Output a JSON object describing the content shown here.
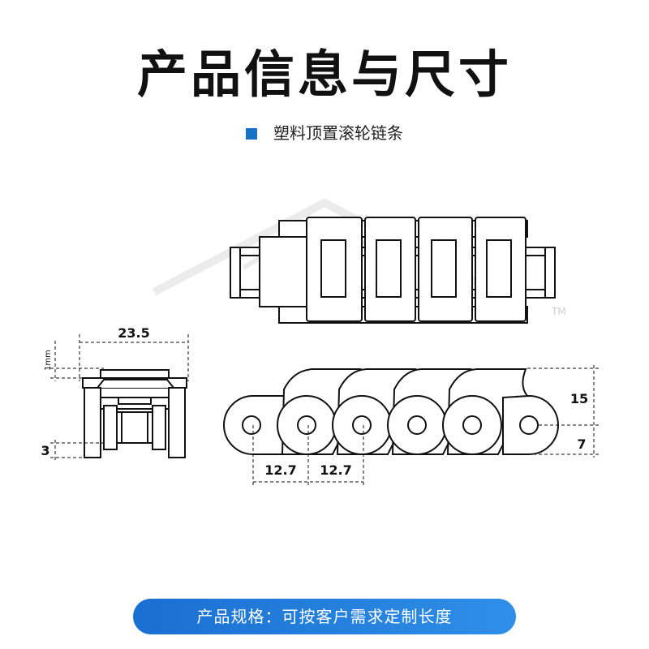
{
  "header": {
    "title": "产品信息与尺寸",
    "subtitle": "塑料顶置滚轮链条",
    "accent_color": "#1672c4"
  },
  "dimensions": {
    "width": "23.5",
    "gap": "1mm",
    "base_height": "3",
    "pitch_1": "12.7",
    "pitch_2": "12.7",
    "height_total": "15",
    "height_center": "7"
  },
  "watermark": {
    "trademark": "TM"
  },
  "banner": {
    "text": "产品规格：可按客户需求定制长度",
    "color": "#1a6fd1"
  }
}
